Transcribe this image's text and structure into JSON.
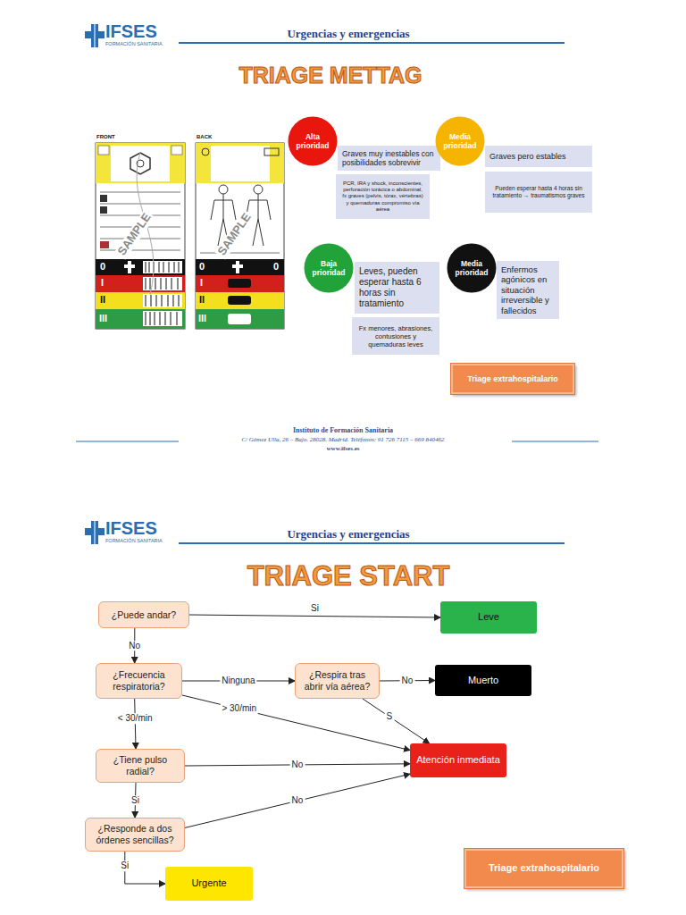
{
  "diagram": {
    "nodes": [
      {
        "text": [
          "Alta prioridad"
        ]
      },
      {
        "text": [
          "Graves muy inestables con posibilidades sobrevivir"
        ]
      },
      {
        "text": [
          "PCR, IRA y shock, inconscientes, perforación torácica o abdominal, fx graves (pelvis, tórax, vértebras) y quemaduras compromiso vía aérea"
        ]
      },
      {
        "text": [
          "Media prioridad"
        ]
      },
      {
        "text": [
          "Graves pero estables"
        ]
      },
      {
        "text": [
          "Pueden esperar hasta 4 horas sin tratamiento → traumatismos graves"
        ]
      },
      {
        "text": [
          "Baja prioridad"
        ]
      },
      {
        "text": [
          "Leves, pueden esperar hasta 6 horas sin tratamiento"
        ]
      },
      {
        "text": [
          "Fx menores, abrasiones, contusiones y quemaduras leves"
        ]
      },
      {
        "text": [
          "Media prioridad"
        ]
      },
      {
        "text": [
          "Enfermos agónicos en situación irreversible y fallecidos"
        ]
      },
      {
        "text": [
          "Triage extrahospitalario"
        ]
      },
      {
        "text": [
          "¿Puede andar?"
        ]
      },
      {
        "text": [
          "Leve"
        ]
      },
      {
        "text": [
          "¿Frecuencia respiratoria?"
        ]
      },
      {
        "text": [
          "¿Respira tras abrir vía aérea?"
        ]
      },
      {
        "text": [
          "Muerto"
        ]
      },
      {
        "text": [
          "Atención inmediata"
        ]
      },
      {
        "text": [
          "¿Tiene pulso radial?"
        ]
      },
      {
        "text": [
          "¿Responde a dos órdenes sencillas?"
        ]
      },
      {
        "text": [
          "Urgente"
        ]
      },
      {
        "text": [
          "Triage extrahospitalario"
        ]
      }
    ],
    "edges": [
      {
        "from": 12,
        "to": 13,
        "label": "Si",
        "arrow": "to"
      },
      {
        "from": 12,
        "to": 14,
        "label": "No",
        "arrow": "to"
      },
      {
        "from": 14,
        "to": 15,
        "label": "Ninguna",
        "arrow": "to"
      },
      {
        "from": 15,
        "to": 16,
        "label": "No",
        "arrow": "to"
      },
      {
        "from": 15,
        "to": 17,
        "label": "S",
        "arrow": "to"
      },
      {
        "from": 14,
        "to": 17,
        "label": "> 30/min",
        "arrow": "to"
      },
      {
        "from": 14,
        "to": 18,
        "label": "< 30/min",
        "arrow": "to"
      },
      {
        "from": 18,
        "to": 17,
        "label": "No",
        "arrow": "to"
      },
      {
        "from": 18,
        "to": 19,
        "label": "Si",
        "arrow": "to"
      },
      {
        "from": 19,
        "to": 17,
        "label": "No",
        "arrow": "to"
      },
      {
        "from": 19,
        "to": 20,
        "label": "Si",
        "arrow": "to"
      }
    ],
    "labels": [
      "IFSES",
      "FORMACIÓN SANITARIA",
      "Urgencias y emergencias",
      "TRIAGE METTAG",
      "FRONT",
      "BACK",
      "SAMPLE",
      "SAMPLE",
      "0",
      "I",
      "II",
      "III",
      "0",
      "0",
      "I",
      "II",
      "III",
      "Instituto de Formación Sanitaria",
      "C/ Gómez Ulla, 26 – Bajo. 28028. Madrid. Teléfonos: 91 726 7115 – 669 840462",
      "www.ifses.es",
      "IFSES",
      "FORMACIÓN SANITARIA",
      "Urgencias y emergencias",
      "TRIAGE START"
    ]
  }
}
